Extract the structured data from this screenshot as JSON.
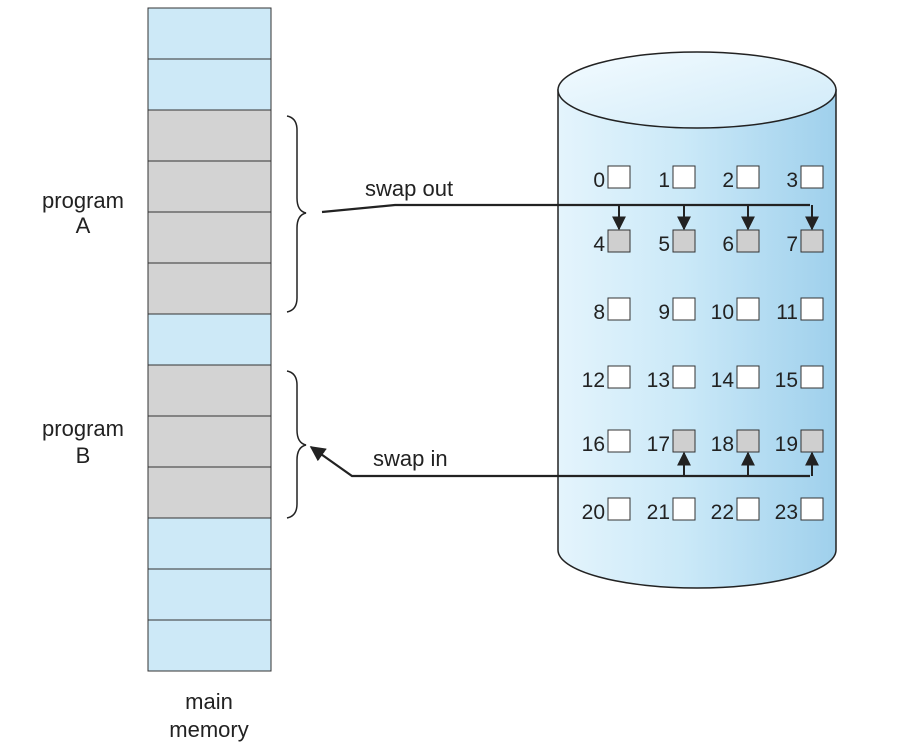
{
  "memory": {
    "caption": [
      "main",
      "memory"
    ],
    "blocks": [
      "free",
      "free",
      "used",
      "used",
      "used",
      "used",
      "free",
      "used",
      "used",
      "used",
      "free",
      "free",
      "free"
    ]
  },
  "program_a": {
    "label": [
      "program",
      "A"
    ]
  },
  "program_b": {
    "label": [
      "program",
      "B"
    ]
  },
  "swap_out": {
    "label": "swap out",
    "blocks": [
      4,
      5,
      6,
      7
    ]
  },
  "swap_in": {
    "label": "swap in",
    "blocks": [
      17,
      18,
      19
    ]
  },
  "disk": {
    "rows": [
      [
        "0",
        "1",
        "2",
        "3"
      ],
      [
        "4",
        "5",
        "6",
        "7"
      ],
      [
        "8",
        "9",
        "10",
        "11"
      ],
      [
        "12",
        "13",
        "14",
        "15"
      ],
      [
        "16",
        "17",
        "18",
        "19"
      ],
      [
        "20",
        "21",
        "22",
        "23"
      ]
    ],
    "filled_blocks": [
      4,
      5,
      6,
      7,
      17,
      18,
      19
    ]
  },
  "colors": {
    "memory_free": "#cde9f7",
    "memory_used": "#d3d3d3",
    "disk_light": "#e4f4fc",
    "disk_dark": "#9fd0ec",
    "block_filled": "#cfcfcf",
    "block_empty": "#ffffff",
    "line": "#222222"
  }
}
